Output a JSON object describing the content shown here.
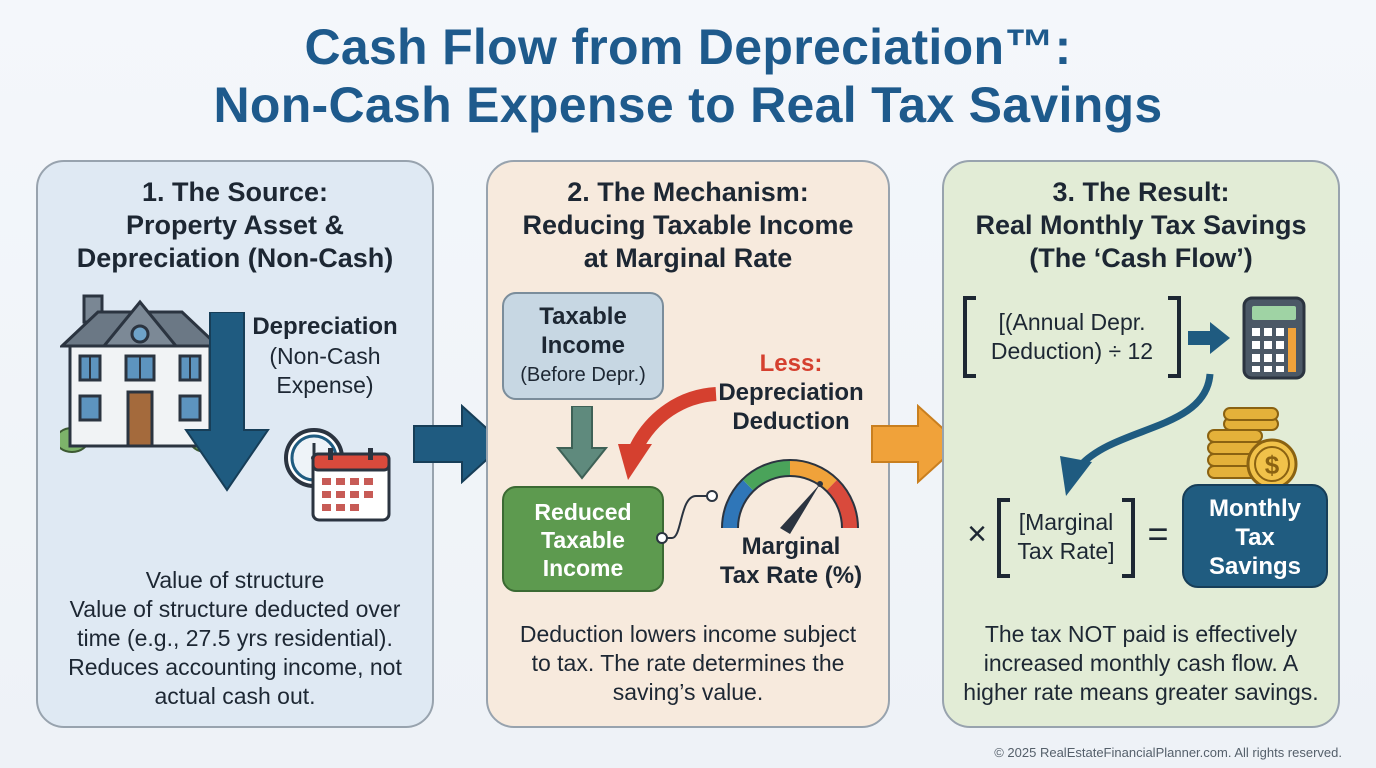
{
  "title": {
    "line1": "Cash Flow from Depreciation™:",
    "line2": "Non-Cash Expense to Real Tax Savings"
  },
  "panels": {
    "source": {
      "heading": [
        "1. The Source:",
        "Property Asset &",
        "Depreciation (Non-Cash)"
      ],
      "depreciation_label": "Depreciation",
      "depreciation_sub": [
        "(Non-Cash",
        "Expense)"
      ],
      "body": [
        "Value of structure",
        "Value of structure deducted over",
        "time (e.g., 27.5 yrs residential).",
        "Reduces accounting income, not",
        "actual cash out."
      ]
    },
    "mechanism": {
      "heading": [
        "2. The Mechanism:",
        "Reducing Taxable Income",
        "at Marginal Rate"
      ],
      "taxable_box": [
        "Taxable",
        "Income"
      ],
      "taxable_sub": "(Before Depr.)",
      "less_label": "Less:",
      "deduction_label": [
        "Depreciation",
        "Deduction"
      ],
      "reduced_box": [
        "Reduced",
        "Taxable",
        "Income"
      ],
      "gauge_label": [
        "Marginal",
        "Tax Rate (%)"
      ],
      "body": [
        "Deduction lowers income subject",
        "to tax. The rate determines the",
        "saving’s value."
      ]
    },
    "result": {
      "heading": [
        "3. The Result:",
        "Real Monthly Tax Savings",
        "(The ‘Cash Flow’)"
      ],
      "formula_top": [
        "[(Annual Depr.",
        "Deduction) ÷ 12"
      ],
      "times_symbol": "×",
      "formula_rate": [
        "[Marginal",
        "Tax Rate]"
      ],
      "equals_symbol": "=",
      "savings_box": [
        "Monthly",
        "Tax",
        "Savings"
      ],
      "body": [
        "The tax NOT paid is effectively",
        "increased monthly cash flow. A",
        "higher rate means greater savings."
      ]
    }
  },
  "icons": [
    "house-icon",
    "down-arrow-icon",
    "clock-icon",
    "calendar-icon",
    "gauge-icon",
    "calculator-icon",
    "coin-stack-icon",
    "right-arrow-icon",
    "curved-arrow-icon"
  ],
  "colors": {
    "title": "#1e5a8c",
    "accent_blue": "#1f5b80",
    "taxable_box": "#c7d7e3",
    "reduced_box": "#5d9a4f",
    "less_red": "#d5402f",
    "flow_orange": "#f0a23a",
    "savings_box": "#205c80"
  },
  "footer": "© 2025 RealEstateFinancialPlanner.com. All rights reserved."
}
